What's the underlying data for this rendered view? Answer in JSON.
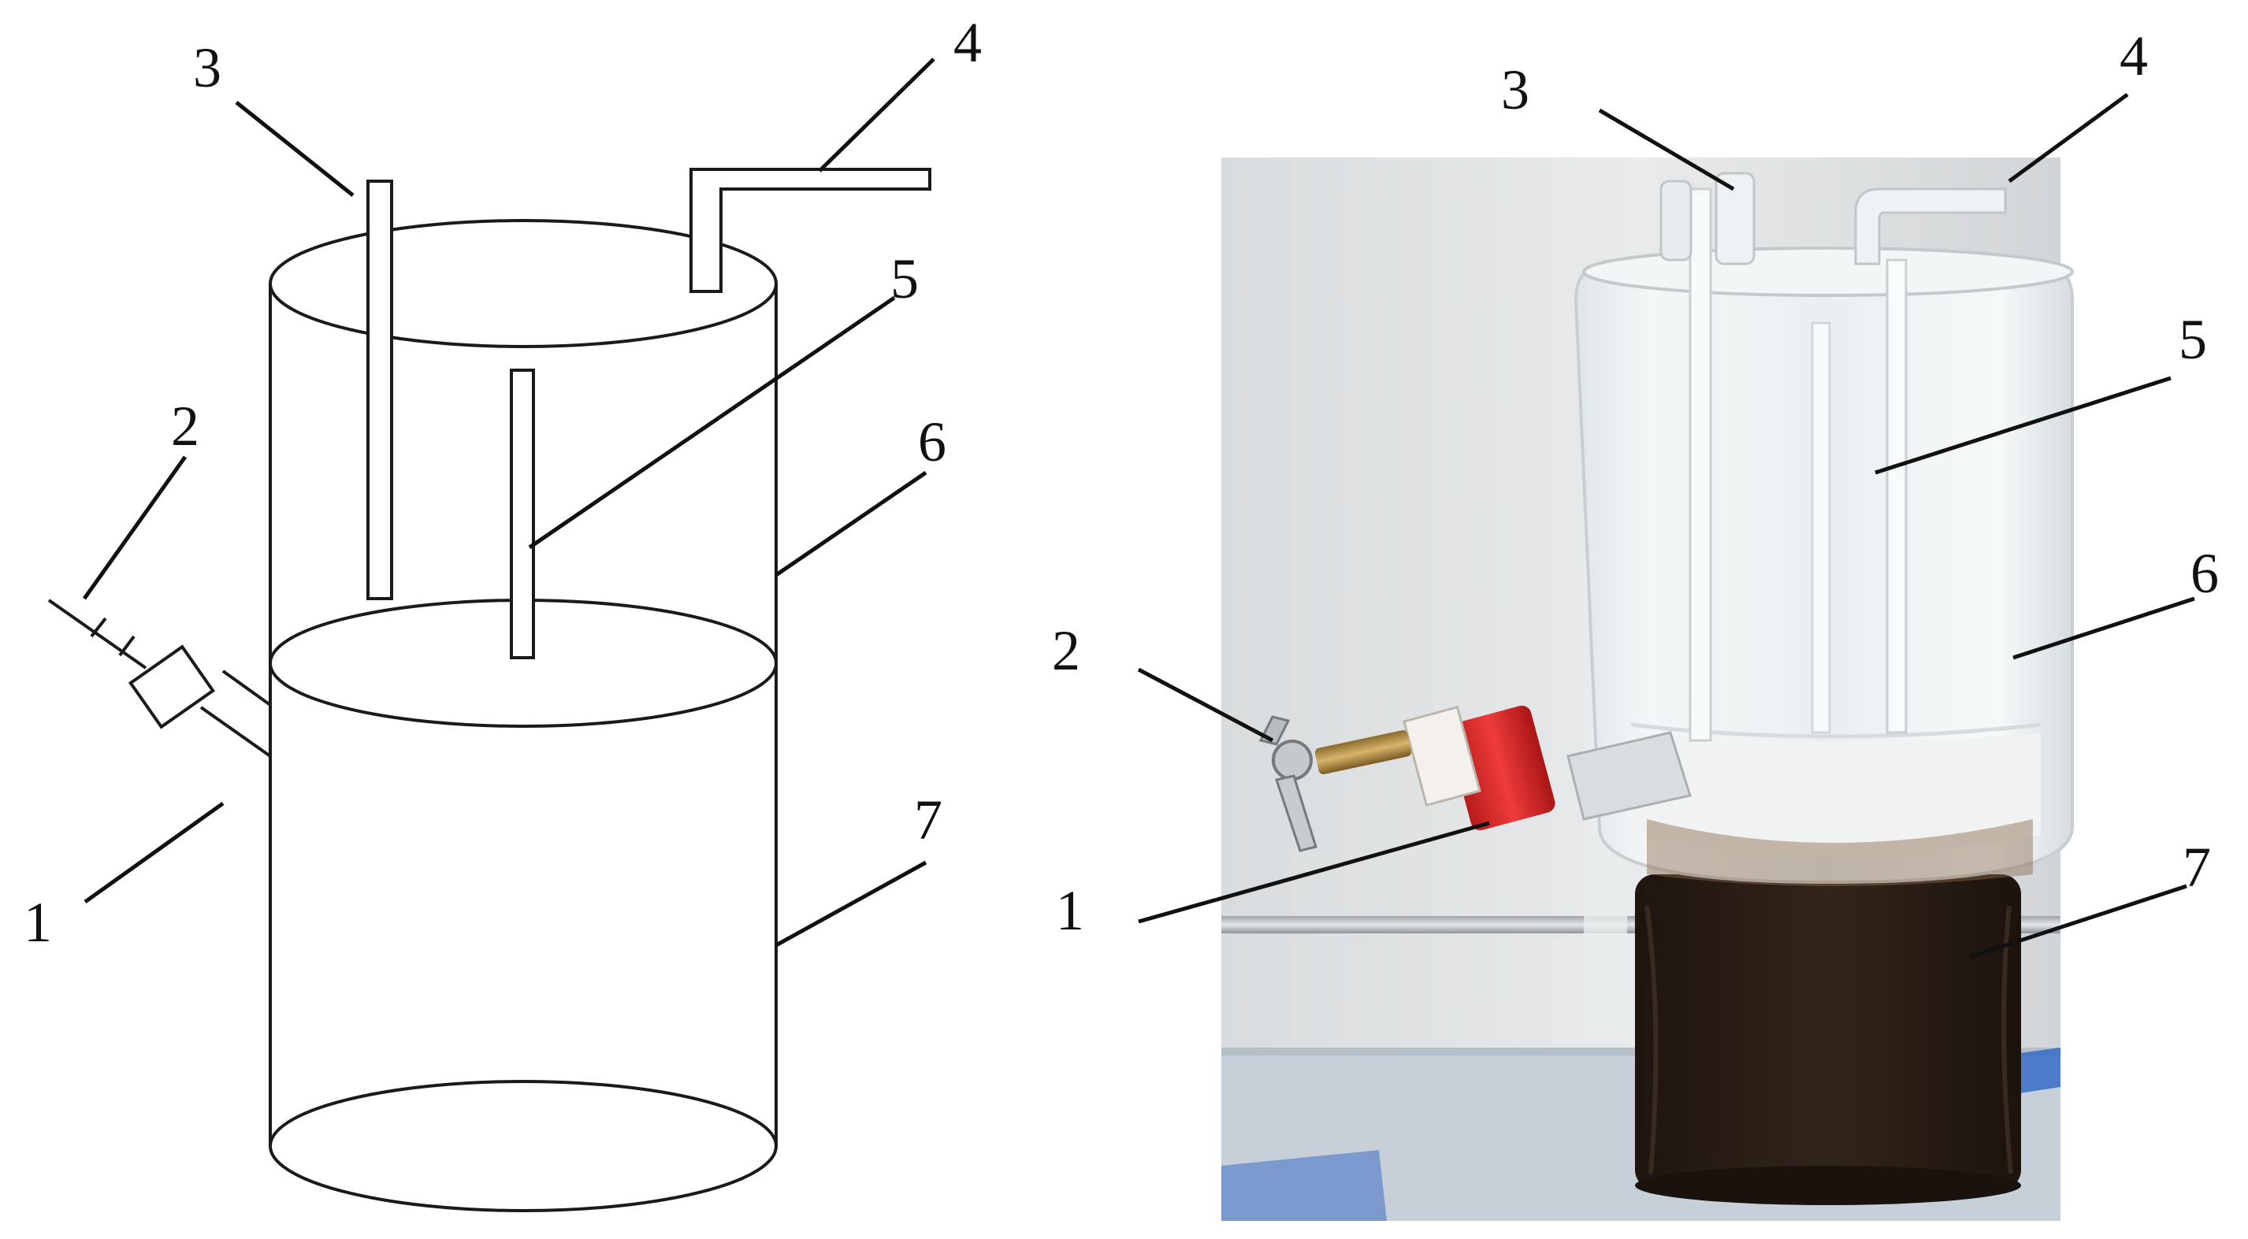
{
  "schematic": {
    "labels": {
      "l1": "1",
      "l2": "2",
      "l3": "3",
      "l4": "4",
      "l5": "5",
      "l6": "6",
      "l7": "7"
    }
  },
  "photo": {
    "labels": {
      "l1": "1",
      "l2": "2",
      "l3": "3",
      "l4": "4",
      "l5": "5",
      "l6": "6",
      "l7": "7"
    }
  },
  "colors": {
    "line": "#111111",
    "cap_red": "#e02a2a",
    "sludge": "#2a1d14",
    "glass": "#e9eef0",
    "background_wall": "#e4e6e7"
  }
}
